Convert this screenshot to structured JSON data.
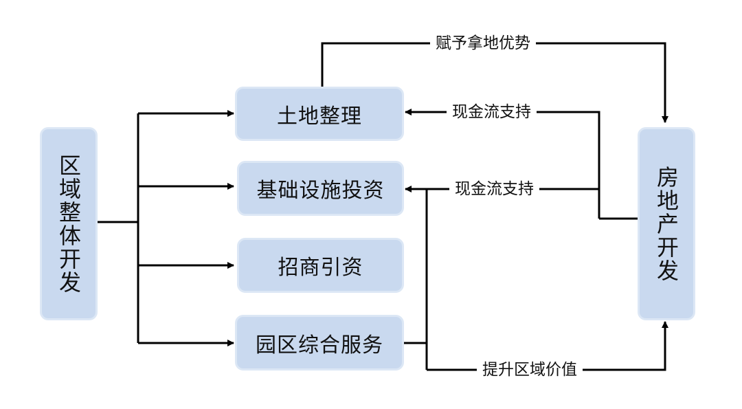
{
  "diagram": {
    "left_box": "区域整体开发",
    "right_box": "房地产开发",
    "middle_boxes": [
      "土地整理",
      "基础设施投资",
      "招商引资",
      "园区综合服务"
    ],
    "labels": {
      "top": "赋予拿地优势",
      "cash1": "现金流支持",
      "cash2": "现金流支持",
      "bottom": "提升区域价值"
    }
  },
  "colors": {
    "box_fill": "#c9d9ef",
    "box_border": "#dce7f5",
    "line": "#000000"
  }
}
